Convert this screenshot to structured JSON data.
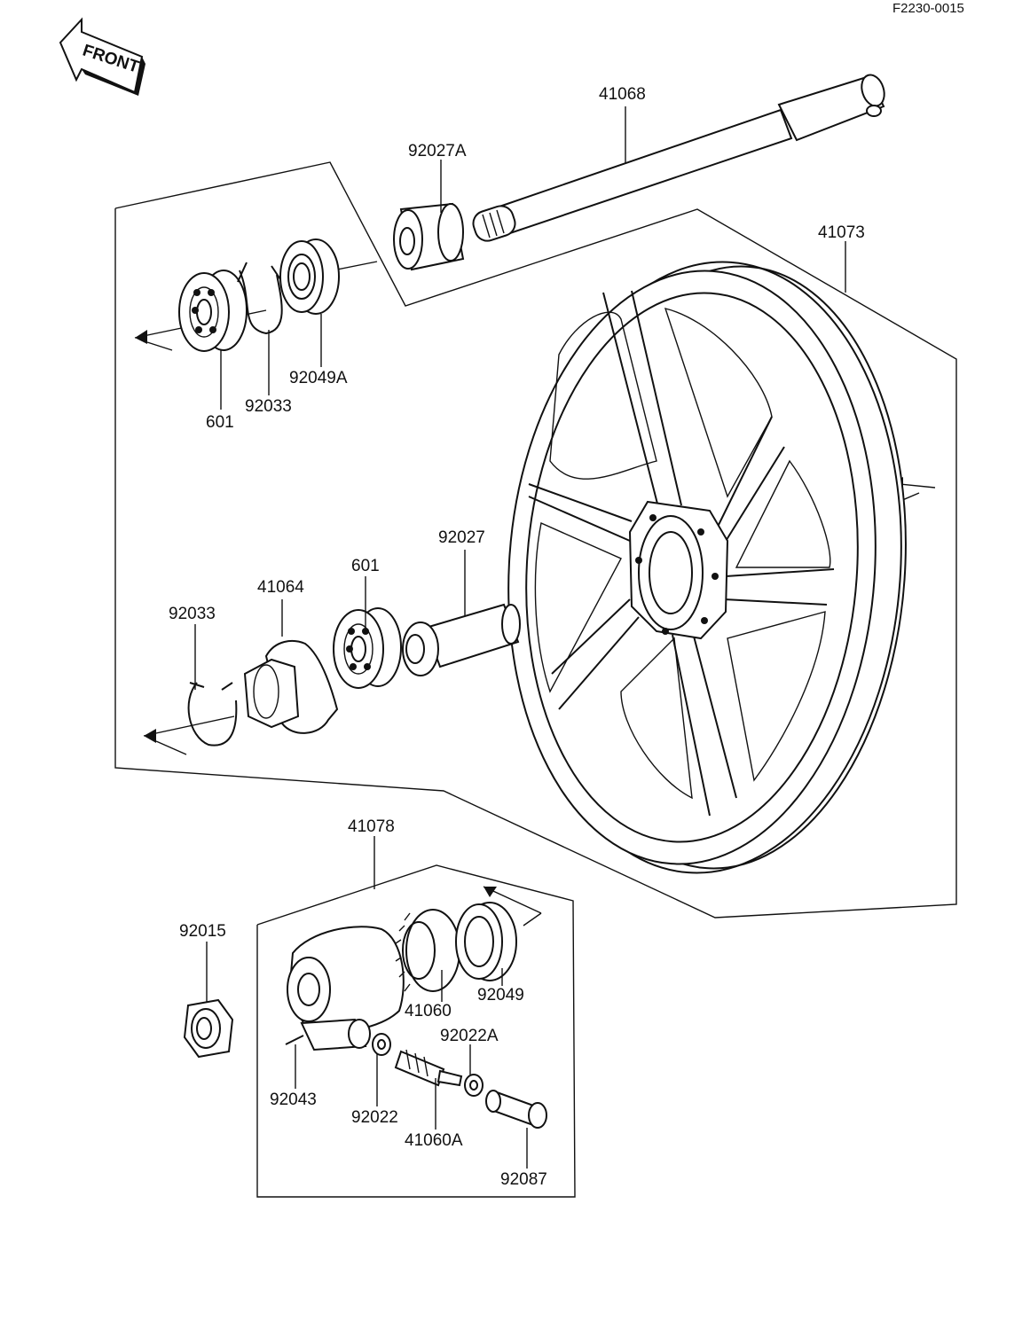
{
  "figure_code": "F2230-0015",
  "direction_badge": {
    "text": "FRONT"
  },
  "part_labels": {
    "axle": "41068",
    "collar_a": "92027A",
    "wheel": "41073",
    "bearing_upper": "601",
    "circlip_upper": "92033",
    "seal_upper": "92049A",
    "collar": "92027",
    "bearing_lower": "601",
    "hub_plate": "41064",
    "circlip_lower": "92033",
    "gear_housing_assy": "41078",
    "nut": "92015",
    "drive_gear": "41060",
    "oil_seal": "92049",
    "washer_a": "92022A",
    "pin": "92043",
    "washer": "92022",
    "pinion": "41060A",
    "bushing": "92087"
  }
}
